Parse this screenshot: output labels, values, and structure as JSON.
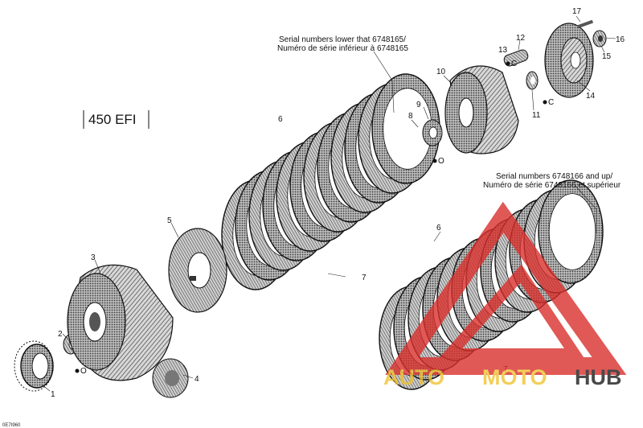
{
  "model_title": "450 EFI",
  "callouts": [
    "1",
    "2",
    "3",
    "4",
    "5",
    "6",
    "7",
    "8",
    "9",
    "10",
    "11",
    "12",
    "13",
    "14",
    "15",
    "16",
    "17"
  ],
  "callout_lower_6": "6",
  "callout_lower_7": "7",
  "note_lower_serial": {
    "en": "Serial numbers lower that 6748165/",
    "fr": "Numéro de série inférieur à 6748165"
  },
  "note_upper_serial": {
    "en": "Serial numbers 6748166 and up/",
    "fr": "Numéro de série 6748166 et supérieur"
  },
  "sealant_marks": [
    "O",
    "O",
    "C",
    "C"
  ],
  "figure_code": "0E7I960",
  "watermark": {
    "text_left": "AUTO",
    "text_mid": "MOTO",
    "text_right": "HUB",
    "color_red": "#d9302c",
    "color_gold": "#f1c232"
  }
}
